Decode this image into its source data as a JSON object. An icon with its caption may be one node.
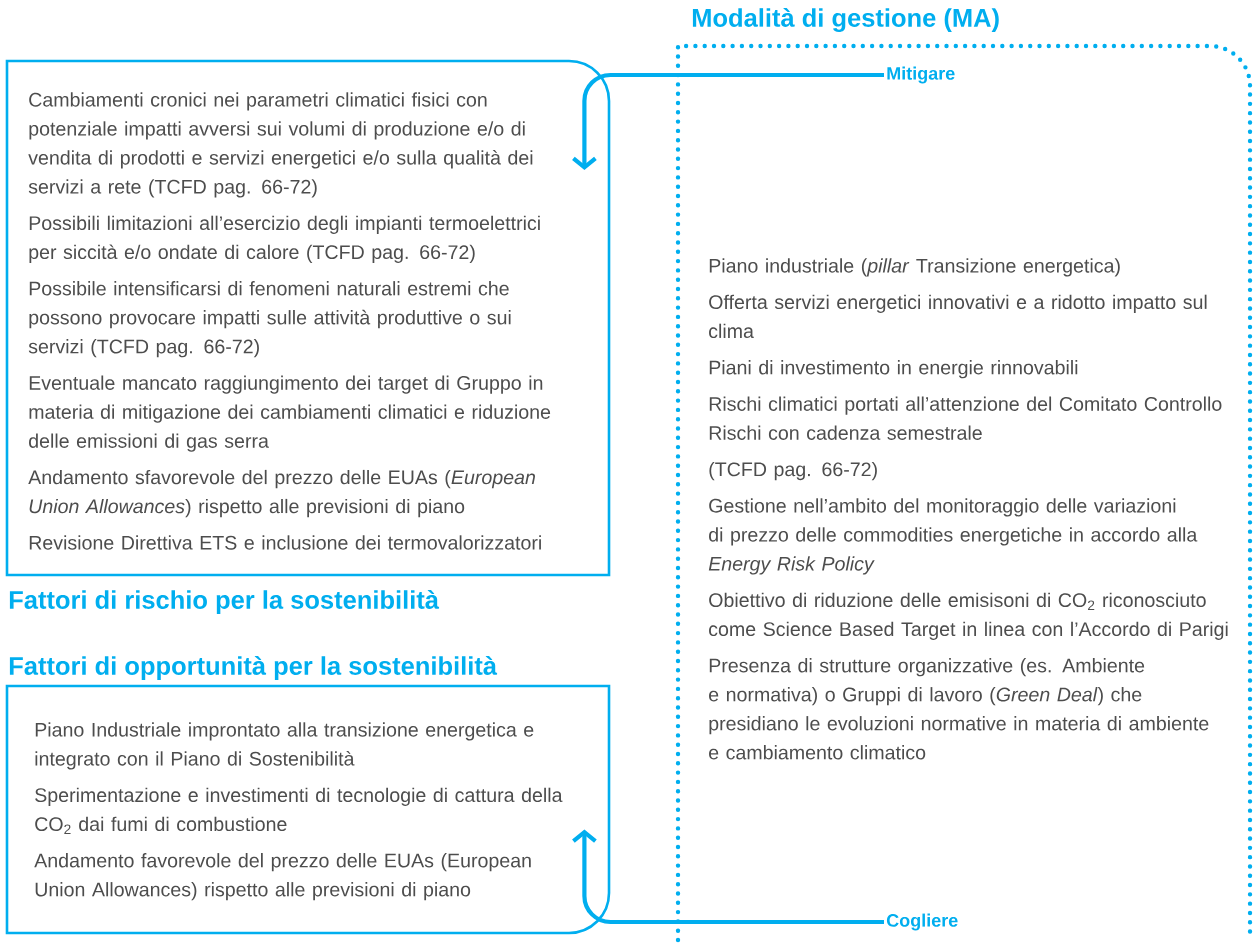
{
  "diagram": {
    "nodes": [
      {
        "text": [
          "Cambiamenti cronici nei parametri climatici fisici con potenziale impatti avversi sui volumi di produzione e/o di vendita di prodotti e servizi energetici e/o sulla qualità dei servizi a rete (TCFD pag. 66-72)",
          "Possibili limitazioni all’esercizio degli impianti termoelettrici per siccità e/o ondate di calore (TCFD pag. 66-72)",
          "Possibile intensificarsi di fenomeni naturali estremi che possono provocare impatti sulle attività produttive o sui servizi (TCFD pag. 66-72)",
          "Eventuale mancato raggiungimento dei target di Gruppo in materia di mitigazione dei cambiamenti climatici e riduzione delle emissioni di gas serra",
          "Andamento sfavorevole del prezzo delle EUAs (*European Union Allowances*) rispetto alle previsioni di piano",
          "Revisione Direttiva ETS e inclusione dei termovalorizzatori",
          "Fattori di rischio per la sostenibilità"
        ]
      },
      {
        "text": [
          "Fattori di opportunità per la sostenibilità",
          "Piano Industriale improntato alla transizione energetica e integrato con il Piano di Sostenibilità",
          "Sperimentazione e investimenti di tecnologie di cattura della CO$_{2}$ dai fumi di combustione",
          "Andamento favorevole del prezzo delle EUAs (European Union Allowances) rispetto alle previsioni di piano"
        ]
      },
      {
        "text": [
          "Modalità di gestione (MA)",
          "Piano industriale (*pillar* Transizione energetica)",
          "Offerta servizi energetici innovativi e a ridotto impatto sul clima",
          "Piani di investimento in energie rinnovabili",
          "Rischi climatici portati all’attenzione del Comitato Controllo Rischi con cadenza semestrale",
          "(TCFD pag. 66-72)",
          "Gestione nell’ambito del monitoraggio delle variazioni di prezzo delle commodities energetiche in accordo alla *Energy Risk Policy*",
          "Obiettivo di riduzione delle emisisoni di CO$_{2}$ riconosciuto come Science Based Target in linea con l’Accordo di Parigi",
          "Presenza di strutture organizzative (es. Ambiente e normativa) o Gruppi di lavoro (*Green Deal*) che presidiano le evoluzioni normative in materia di ambiente e cambiamento climatico"
        ]
      },
      {
        "text": [
          "Mitigare"
        ],
        "in": 2
      },
      {
        "text": [
          "Cogliere"
        ],
        "in": 2
      }
    ],
    "edges": [
      {
        "from": 3,
        "to": 0,
        "arrow": "to"
      },
      {
        "from": 4,
        "to": 1,
        "arrow": "to"
      }
    ]
  }
}
